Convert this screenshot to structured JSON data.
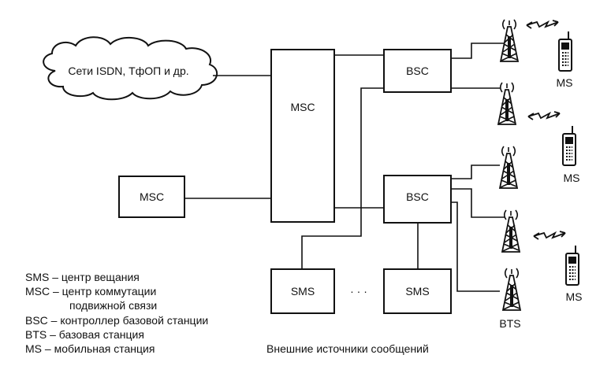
{
  "cloud_label": "Сети ISDN, ТфОП и др.",
  "nodes": {
    "msc_main": "MSC",
    "msc_side": "MSC",
    "bsc_top": "BSC",
    "bsc_bottom": "BSC",
    "sms_left": "SMS",
    "sms_right": "SMS",
    "ellipsis": "· · ·"
  },
  "mobile_labels": [
    "MS",
    "MS",
    "MS"
  ],
  "bts_label": "BTS",
  "caption": "Внешние источники сообщений",
  "legend": [
    "SMS – центр вещания",
    "MSC – центр коммутации",
    "подвижной связи",
    "BSC – контроллер базовой станции",
    "BTS – базовая станция",
    "MS – мобильная станция"
  ]
}
